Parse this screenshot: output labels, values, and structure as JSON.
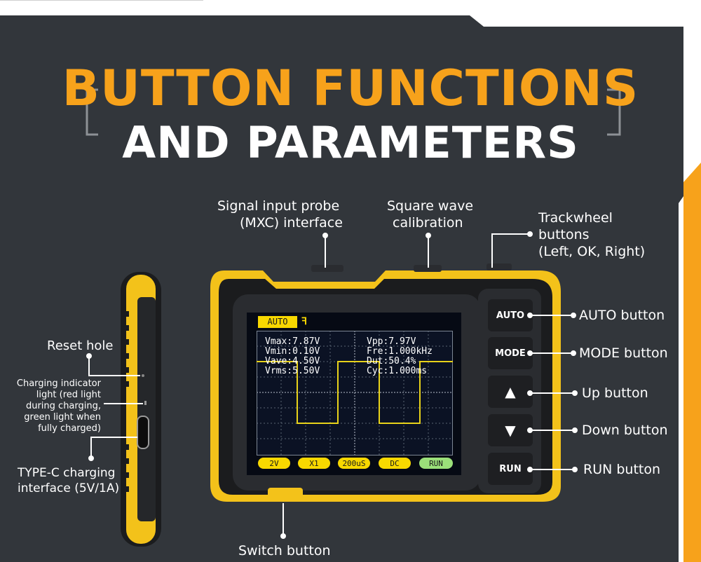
{
  "title": {
    "line1": "BUTTON FUNCTIONS",
    "line2": "AND PARAMETERS"
  },
  "callouts": {
    "signal_input": [
      "Signal input probe",
      "(MXC) interface"
    ],
    "square_wave": [
      "Square wave",
      "calibration"
    ],
    "trackwheel": [
      "Trackwheel",
      "buttons",
      "(Left, OK, Right)"
    ],
    "auto": "AUTO button",
    "mode": "MODE button",
    "up": "Up button",
    "down": "Down button",
    "run": "RUN button",
    "switch": "Switch button",
    "reset": "Reset hole",
    "charging_indicator": [
      "Charging indicator",
      "light (red light",
      "during charging,",
      "green light when",
      "fully charged)"
    ],
    "typec": [
      "TYPE-C charging",
      "interface (5V/1A)"
    ]
  },
  "device_buttons": {
    "auto": "AUTO",
    "mode": "MODE",
    "up": "▲",
    "down": "▼",
    "run": "RUN"
  },
  "screen": {
    "mode_tag": "AUTO",
    "readouts_left": [
      "Vmax:7.87V",
      "Vmin:0.10V",
      "Vave:4.50V",
      "Vrms:5.50V"
    ],
    "readouts_right": [
      "Vpp:7.97V",
      "Fre:1.000kHz",
      "Dut:50.4%",
      "Cyc:1.000ms"
    ],
    "bottom_bar": [
      "2V",
      "X1",
      "200uS",
      "DC",
      "RUN"
    ]
  },
  "colors": {
    "accent": "#f7a21b",
    "panel": "#2f3338",
    "device_yellow": "#f3c21a",
    "waveform": "#e8d21a",
    "grid": "#5a6472",
    "run_pill": "#9be07a"
  }
}
